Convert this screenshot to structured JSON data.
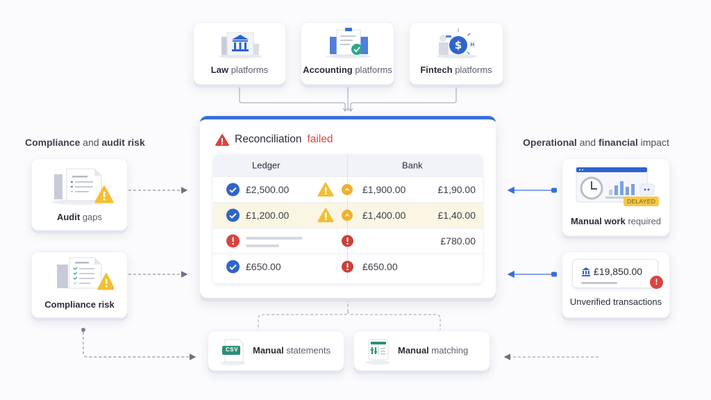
{
  "platforms": [
    {
      "bold": "Law",
      "light": "platforms",
      "icon": "bank-building-icon"
    },
    {
      "bold": "Accounting",
      "light": "platforms",
      "icon": "document-check-icon"
    },
    {
      "bold": "Fintech",
      "light": "platforms",
      "icon": "dollar-coin-icon"
    }
  ],
  "left_section": {
    "title_bold1": "Compliance",
    "title_mid": "and",
    "title_bold2": "audit risk",
    "cards": [
      {
        "bold": "Audit",
        "light": "gaps",
        "icon": "document-warning-icon"
      },
      {
        "bold": "Compliance risk",
        "light": "",
        "icon": "checklist-warning-icon"
      }
    ]
  },
  "right_section": {
    "title_bold1": "Operational",
    "title_mid": "and",
    "title_bold2": "financial",
    "title_end": "impact",
    "cards": [
      {
        "bold": "Manual work",
        "light": "required",
        "badge": "DELAYED",
        "icon": "clock-chart-icon"
      },
      {
        "amount": "£19,850.00",
        "label": "Unverified transactions",
        "icon": "bank-icon"
      }
    ]
  },
  "reconciliation": {
    "title": "Reconciliation",
    "status": "failed",
    "columns": [
      "Ledger",
      "Bank"
    ],
    "rows": [
      {
        "ledger_status": "check",
        "ledger": "£2,500.00",
        "warn": true,
        "bank_status": "caution",
        "bank": "£1,900.00",
        "bank2": "£1,90.00",
        "highlight": false
      },
      {
        "ledger_status": "check",
        "ledger": "£1,200.00",
        "warn": true,
        "bank_status": "caution",
        "bank": "£1,400.00",
        "bank2": "£1,40.00",
        "highlight": true
      },
      {
        "ledger_status": "error",
        "ledger": "",
        "warn": false,
        "bank_status": "error",
        "bank": "",
        "bank2": "£780.00",
        "highlight": false
      },
      {
        "ledger_status": "check",
        "ledger": "£650.00",
        "warn": false,
        "bank_status": "error",
        "bank": "£650.00",
        "bank2": "",
        "highlight": false
      }
    ]
  },
  "bottom": [
    {
      "bold": "Manual",
      "light": "statements",
      "icon": "csv-file-icon",
      "icon_text": "CSV"
    },
    {
      "bold": "Manual",
      "light": "matching",
      "icon": "spreadsheet-icon"
    }
  ],
  "colors": {
    "accent": "#3a6fd8",
    "error": "#d9453e",
    "warning": "#f2c03c",
    "check": "#2f64c8"
  }
}
